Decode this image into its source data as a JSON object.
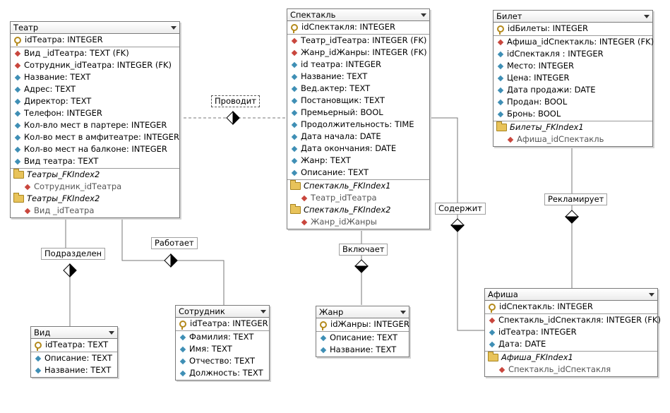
{
  "tables": {
    "teatr": {
      "name": "Театр",
      "pk": [
        "idТеатра: INTEGER"
      ],
      "columns": [
        {
          "icon": "fk-icon",
          "text": "Вид _idТеатра: TEXT (FK)"
        },
        {
          "icon": "fk-icon",
          "text": "Сотрудник_idТеатра: INTEGER (FK)"
        },
        {
          "icon": "column-icon",
          "text": "Название: TEXT"
        },
        {
          "icon": "column-icon",
          "text": "Адрес: TEXT"
        },
        {
          "icon": "column-icon",
          "text": "Директор: TEXT"
        },
        {
          "icon": "column-icon",
          "text": "Телефон: INTEGER"
        },
        {
          "icon": "column-icon",
          "text": "Кол-вло мест в партере: INTEGER"
        },
        {
          "icon": "column-icon",
          "text": "Кол-во мест в амфитеатре: INTEGER"
        },
        {
          "icon": "column-icon",
          "text": "Кол-во мест на балконе: INTEGER"
        },
        {
          "icon": "column-icon",
          "text": "Вид театра: TEXT"
        }
      ],
      "indexes": [
        {
          "name": "Театры_FKIndex2",
          "field": "Сотрудник_idТеатра"
        },
        {
          "name": "Театры_FKIndex2",
          "field": "Вид _idТеатра"
        }
      ]
    },
    "spektakl": {
      "name": "Спектакль",
      "pk": [
        "idСпектакля: INTEGER"
      ],
      "columns": [
        {
          "icon": "fk-icon",
          "text": "Театр_idТеатра: INTEGER (FK)"
        },
        {
          "icon": "fk-icon",
          "text": "Жанр_idЖанры: INTEGER (FK)"
        },
        {
          "icon": "column-icon",
          "text": "id театра: INTEGER"
        },
        {
          "icon": "column-icon",
          "text": "Название: TEXT"
        },
        {
          "icon": "column-icon",
          "text": "Вед.актер: TEXT"
        },
        {
          "icon": "column-icon",
          "text": "Постановщик: TEXT"
        },
        {
          "icon": "column-icon",
          "text": "Премьерный: BOOL"
        },
        {
          "icon": "column-icon",
          "text": "Продолжительность: TIME"
        },
        {
          "icon": "column-icon",
          "text": "Дата начала: DATE"
        },
        {
          "icon": "column-icon",
          "text": "Дата окончания: DATE"
        },
        {
          "icon": "column-icon",
          "text": "Жанр: TEXT"
        },
        {
          "icon": "column-icon",
          "text": "Описание: TEXT"
        }
      ],
      "indexes": [
        {
          "name": "Спектакль_FKIndex1",
          "field": "Театр_idТеатра"
        },
        {
          "name": "Спектакль_FKIndex2",
          "field": "Жанр_idЖанры"
        }
      ]
    },
    "bilet": {
      "name": "Билет",
      "pk": [
        "idБилеты: INTEGER"
      ],
      "columns": [
        {
          "icon": "fk-icon",
          "text": "Афиша_idСпектакль: INTEGER (FK)"
        },
        {
          "icon": "column-icon",
          "text": "idСпектакля : INTEGER"
        },
        {
          "icon": "column-icon",
          "text": "Место: INTEGER"
        },
        {
          "icon": "column-icon",
          "text": "Цена: INTEGER"
        },
        {
          "icon": "column-icon",
          "text": "Дата продажи: DATE"
        },
        {
          "icon": "column-icon",
          "text": "Продан: BOOL"
        },
        {
          "icon": "column-icon",
          "text": "Бронь: BOOL"
        }
      ],
      "indexes": [
        {
          "name": "Билеты_FKIndex1",
          "field": "Афиша_idСпектакль"
        }
      ]
    },
    "vid": {
      "name": "Вид",
      "pk": [
        "idТеатра: TEXT"
      ],
      "columns": [
        {
          "icon": "column-icon",
          "text": "Описание: TEXT"
        },
        {
          "icon": "column-icon",
          "text": "Название: TEXT"
        }
      ],
      "indexes": []
    },
    "sotrudnik": {
      "name": "Сотрудник",
      "pk": [
        "idТеатра: INTEGER"
      ],
      "columns": [
        {
          "icon": "column-icon",
          "text": "Фамилия: TEXT"
        },
        {
          "icon": "column-icon",
          "text": "Имя: TEXT"
        },
        {
          "icon": "column-icon",
          "text": "Отчество: TEXT"
        },
        {
          "icon": "column-icon",
          "text": "Должность: TEXT"
        }
      ],
      "indexes": []
    },
    "zhanr": {
      "name": "Жанр",
      "pk": [
        "idЖанры: INTEGER"
      ],
      "columns": [
        {
          "icon": "column-icon",
          "text": "Описание: TEXT"
        },
        {
          "icon": "column-icon",
          "text": "Название: TEXT"
        }
      ],
      "indexes": []
    },
    "afisha": {
      "name": "Афиша",
      "pk": [
        "idСпектакль: INTEGER"
      ],
      "columns": [
        {
          "icon": "fk-icon",
          "text": "Спектакль_idСпектакля: INTEGER (FK)"
        },
        {
          "icon": "column-icon",
          "text": "idТеатра: INTEGER"
        },
        {
          "icon": "column-icon",
          "text": "Дата: DATE"
        }
      ],
      "indexes": [
        {
          "name": "Афиша_FKIndex1",
          "field": "Спектакль_idСпектакля"
        }
      ]
    }
  },
  "relations": {
    "provodit": "Проводит",
    "podrazdelen": "Подразделен",
    "rabotaet": "Работает",
    "vklyuchaet": "Включает",
    "soderzhit": "Содержит",
    "reklamiruet": "Рекламирует"
  },
  "colors": {
    "border": "#7a7a7a",
    "line": "#777777",
    "fk": "#c9463d",
    "column": "#3f8fb5",
    "key": "#b48a1c",
    "folder": "#e8c35a"
  }
}
